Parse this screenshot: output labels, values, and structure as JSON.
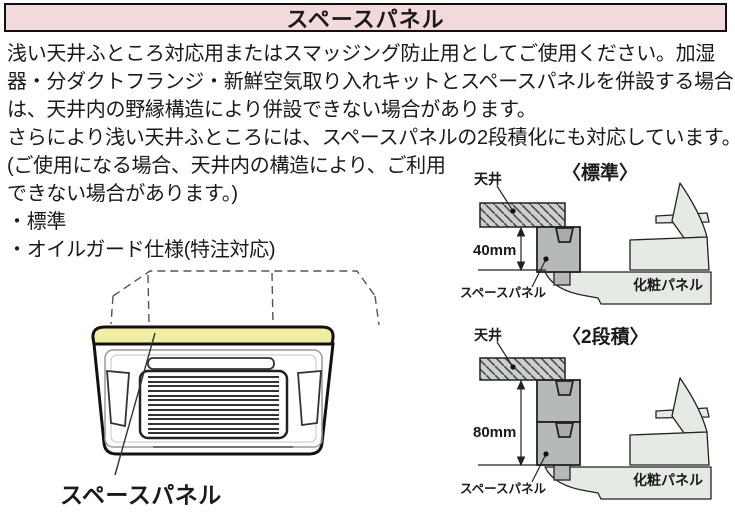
{
  "title_bar": {
    "title": "スペースパネル"
  },
  "description": {
    "lines": [
      "浅い天井ふところ対応用またはスマッジング防止用としてご使用ください。加湿",
      "器・分ダクトフランジ・新鮮空気取り入れキットとスペースパネルを併設する場合に",
      "は、天井内の野縁構造により併設できない場合があります。",
      "さらにより浅い天井ふところには、スペースパネルの2段積化にも対応しています。",
      "(ご使用になる場合、天井内の構造により、ご利用",
      "できない場合があります。)"
    ],
    "bullets": [
      "・標準",
      "・オイルガード仕様(特注対応)"
    ]
  },
  "illustration": {
    "caption": "スペースパネル"
  },
  "diagrams": {
    "standard": {
      "title": "〈標準〉",
      "ceiling_label": "天井",
      "dimension": "40mm",
      "panel_label": "スペースパネル",
      "decor_label": "化粧パネル"
    },
    "two_stack": {
      "title": "〈2段積〉",
      "ceiling_label": "天井",
      "dimension": "80mm",
      "panel_label": "スペースパネル",
      "decor_label": "化粧パネル"
    }
  },
  "colors": {
    "title_bg": "#f2d9dc",
    "highlight_yellow": "#f2eda4",
    "space_panel_gray": "#b6bab6",
    "ceiling_gray": "#ccd0cc",
    "decor_panel_light": "#e5eae4",
    "outline": "#1a1a1a"
  }
}
